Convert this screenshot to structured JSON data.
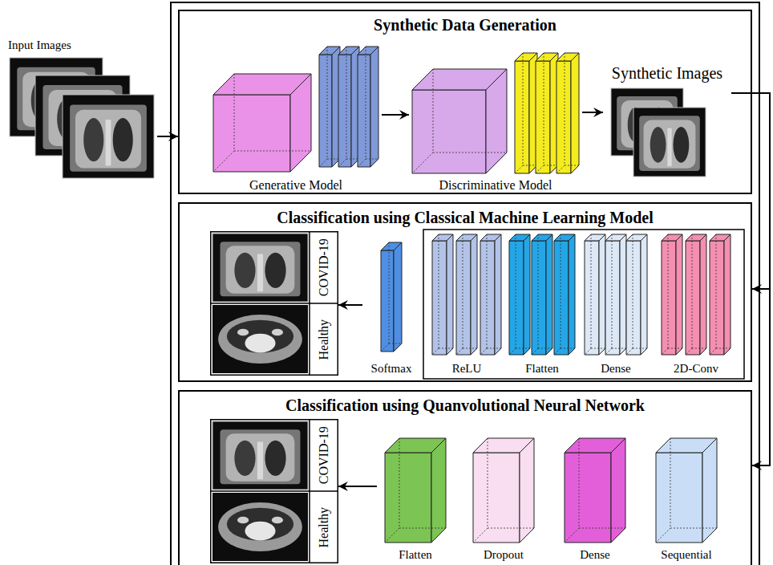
{
  "diagram": {
    "nodes": [
      {
        "text": [
          "Input Images"
        ]
      },
      {
        "text": [
          "Synthetic Data Generation"
        ]
      },
      {
        "text": [
          "Generative Model"
        ],
        "in": 1
      },
      {
        "text": [
          "Discriminative Model"
        ],
        "in": 1
      },
      {
        "text": [
          "Synthetic Images"
        ],
        "in": 1
      },
      {
        "text": [
          "Classification using Classical Machine Learning Model"
        ]
      },
      {
        "text": [
          "COVID-19",
          "Healthy"
        ],
        "in": 5
      },
      {
        "text": [
          "Softmax"
        ],
        "in": 5
      },
      {
        "text": [
          "ReLU"
        ],
        "in": 5
      },
      {
        "text": [
          "Flatten"
        ],
        "in": 5
      },
      {
        "text": [
          "Dense"
        ],
        "in": 5
      },
      {
        "text": [
          "2D-Conv"
        ],
        "in": 5
      },
      {
        "text": [
          "Classification using Quanvolutional Neural Network"
        ]
      },
      {
        "text": [
          "COVID-19",
          "Healthy"
        ],
        "in": 12
      },
      {
        "text": [
          "Flatten"
        ],
        "in": 12
      },
      {
        "text": [
          "Dropout"
        ],
        "in": 12
      },
      {
        "text": [
          "Dense"
        ],
        "in": 12
      },
      {
        "text": [
          "Sequential"
        ],
        "in": 12
      }
    ],
    "edges": [
      {
        "from": 0,
        "to": 1,
        "arrow": "to"
      },
      {
        "from": 2,
        "to": 3,
        "arrow": "to"
      },
      {
        "from": 3,
        "to": 4,
        "arrow": "to"
      },
      {
        "from": 4,
        "to": 5,
        "arrow": "to"
      },
      {
        "from": 4,
        "to": 12,
        "arrow": "to"
      },
      {
        "from": 7,
        "to": 6,
        "arrow": "to"
      },
      {
        "from": 14,
        "to": 13,
        "arrow": "to"
      }
    ]
  }
}
